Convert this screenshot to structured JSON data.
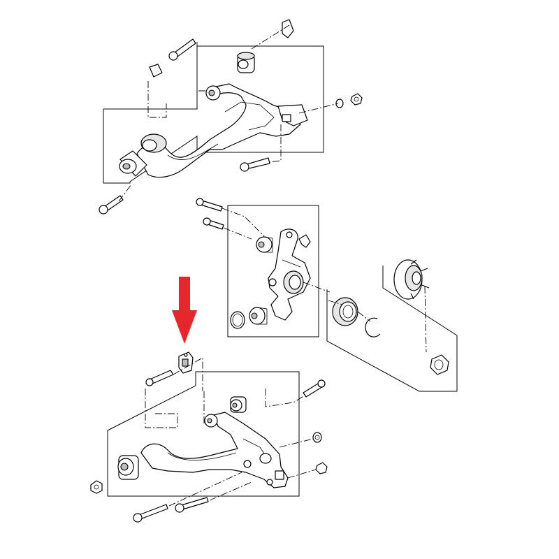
{
  "diagram": {
    "kind": "exploded-parts-view",
    "groups": [
      {
        "id": "upper-control-arm",
        "parts": [
          "bolt",
          "bolt",
          "nut",
          "washer",
          "bushing",
          "bushing",
          "bushing",
          "bracket"
        ]
      },
      {
        "id": "knuckle",
        "parts": [
          "bolt",
          "bolt",
          "bushing",
          "bushing",
          "seal-ring",
          "clip"
        ]
      },
      {
        "id": "hub-bearing",
        "parts": [
          "wheel-hub",
          "bearing",
          "circlip",
          "hub-nut"
        ]
      },
      {
        "id": "lower-control-arm",
        "parts": [
          "bolt",
          "bolt",
          "bolt",
          "bolt",
          "nut",
          "nut",
          "washer",
          "bushing",
          "bushing",
          "sensor-bracket"
        ]
      }
    ],
    "highlight": {
      "target": "sensor-bracket",
      "color": "#e5262a"
    }
  }
}
